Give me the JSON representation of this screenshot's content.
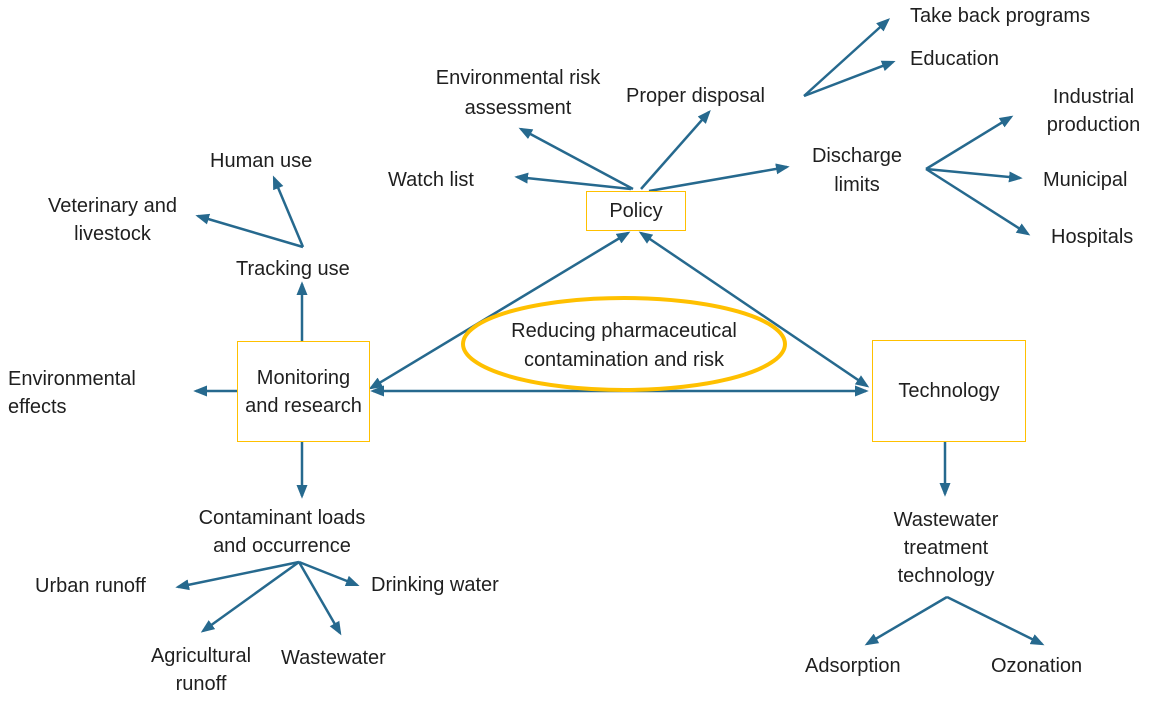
{
  "colors": {
    "accent_gold": "#FFC000",
    "arrow_teal": "#26698E",
    "text": "#1F1F1F",
    "background": "#FFFFFF"
  },
  "center": {
    "label": "Reducing pharmaceutical contamination and risk"
  },
  "hubs": {
    "policy": "Policy",
    "monitoring": "Monitoring and research",
    "technology": "Technology"
  },
  "nodes": {
    "env_risk": "Environmental risk assessment",
    "watch_list": "Watch list",
    "proper_disposal": "Proper disposal",
    "take_back": "Take back programs",
    "education": "Education",
    "discharge_limits": "Discharge limits",
    "industrial": "Industrial production",
    "municipal": "Municipal",
    "hospitals": "Hospitals",
    "human_use": "Human use",
    "veterinary": "Veterinary and livestock",
    "tracking_use": "Tracking use",
    "env_effects": "Environmental effects",
    "contaminant": "Contaminant loads and occurrence",
    "urban_runoff": "Urban runoff",
    "agricultural": "Agricultural runoff",
    "wastewater": "Wastewater",
    "drinking_water": "Drinking water",
    "wwt_tech": "Wastewater treatment technology",
    "adsorption": "Adsorption",
    "ozonation": "Ozonation"
  },
  "connections": [
    {
      "between": [
        "Policy",
        "Monitoring and research"
      ],
      "arrows": "both"
    },
    {
      "between": [
        "Policy",
        "Technology"
      ],
      "arrows": "both"
    },
    {
      "between": [
        "Monitoring and research",
        "Technology"
      ],
      "arrows": "both"
    },
    {
      "from": "Policy",
      "to": "Environmental risk assessment"
    },
    {
      "from": "Policy",
      "to": "Watch list"
    },
    {
      "from": "Policy",
      "to": "Proper disposal"
    },
    {
      "from": "Policy",
      "to": "Discharge limits"
    },
    {
      "from": "Proper disposal",
      "to": "Take back programs"
    },
    {
      "from": "Proper disposal",
      "to": "Education"
    },
    {
      "from": "Discharge limits",
      "to": "Industrial production"
    },
    {
      "from": "Discharge limits",
      "to": "Municipal"
    },
    {
      "from": "Discharge limits",
      "to": "Hospitals"
    },
    {
      "from": "Monitoring and research",
      "to": "Tracking use"
    },
    {
      "from": "Tracking use",
      "to": "Human use"
    },
    {
      "from": "Tracking use",
      "to": "Veterinary and livestock"
    },
    {
      "from": "Monitoring and research",
      "to": "Environmental effects"
    },
    {
      "from": "Monitoring and research",
      "to": "Contaminant loads and occurrence"
    },
    {
      "from": "Contaminant loads and occurrence",
      "to": "Urban runoff"
    },
    {
      "from": "Contaminant loads and occurrence",
      "to": "Agricultural runoff"
    },
    {
      "from": "Contaminant loads and occurrence",
      "to": "Wastewater"
    },
    {
      "from": "Contaminant loads and occurrence",
      "to": "Drinking water"
    },
    {
      "from": "Technology",
      "to": "Wastewater treatment technology"
    },
    {
      "from": "Wastewater treatment technology",
      "to": "Adsorption"
    },
    {
      "from": "Wastewater treatment technology",
      "to": "Ozonation"
    }
  ]
}
